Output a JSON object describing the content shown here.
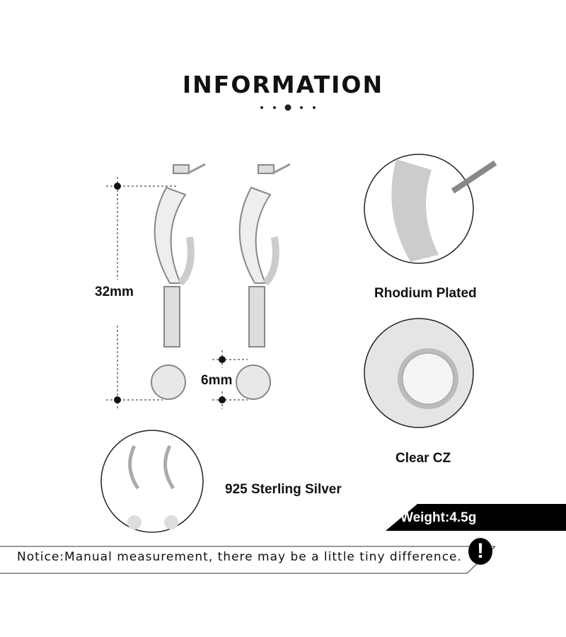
{
  "title": "INFORMATION",
  "dimensions": {
    "height": "32mm",
    "ball": "6mm"
  },
  "features": {
    "plating": "Rhodium Plated",
    "stone": "Clear CZ",
    "material": "925 Sterling Silver"
  },
  "weight": "Weight:4.5g",
  "notice": "Notice:Manual measurement, there may be a little tiny difference.",
  "notice_icon": "!"
}
